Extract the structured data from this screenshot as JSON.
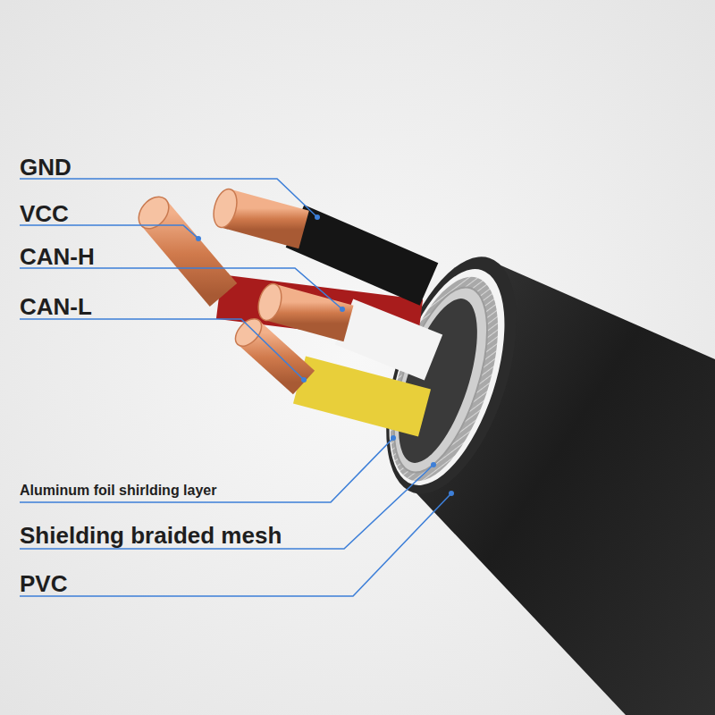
{
  "diagram": {
    "labels": [
      "GND",
      "VCC",
      "CAN-H",
      "CAN-L",
      "Aluminum foil shirlding layer",
      "Shielding braided mesh",
      "PVC"
    ]
  }
}
